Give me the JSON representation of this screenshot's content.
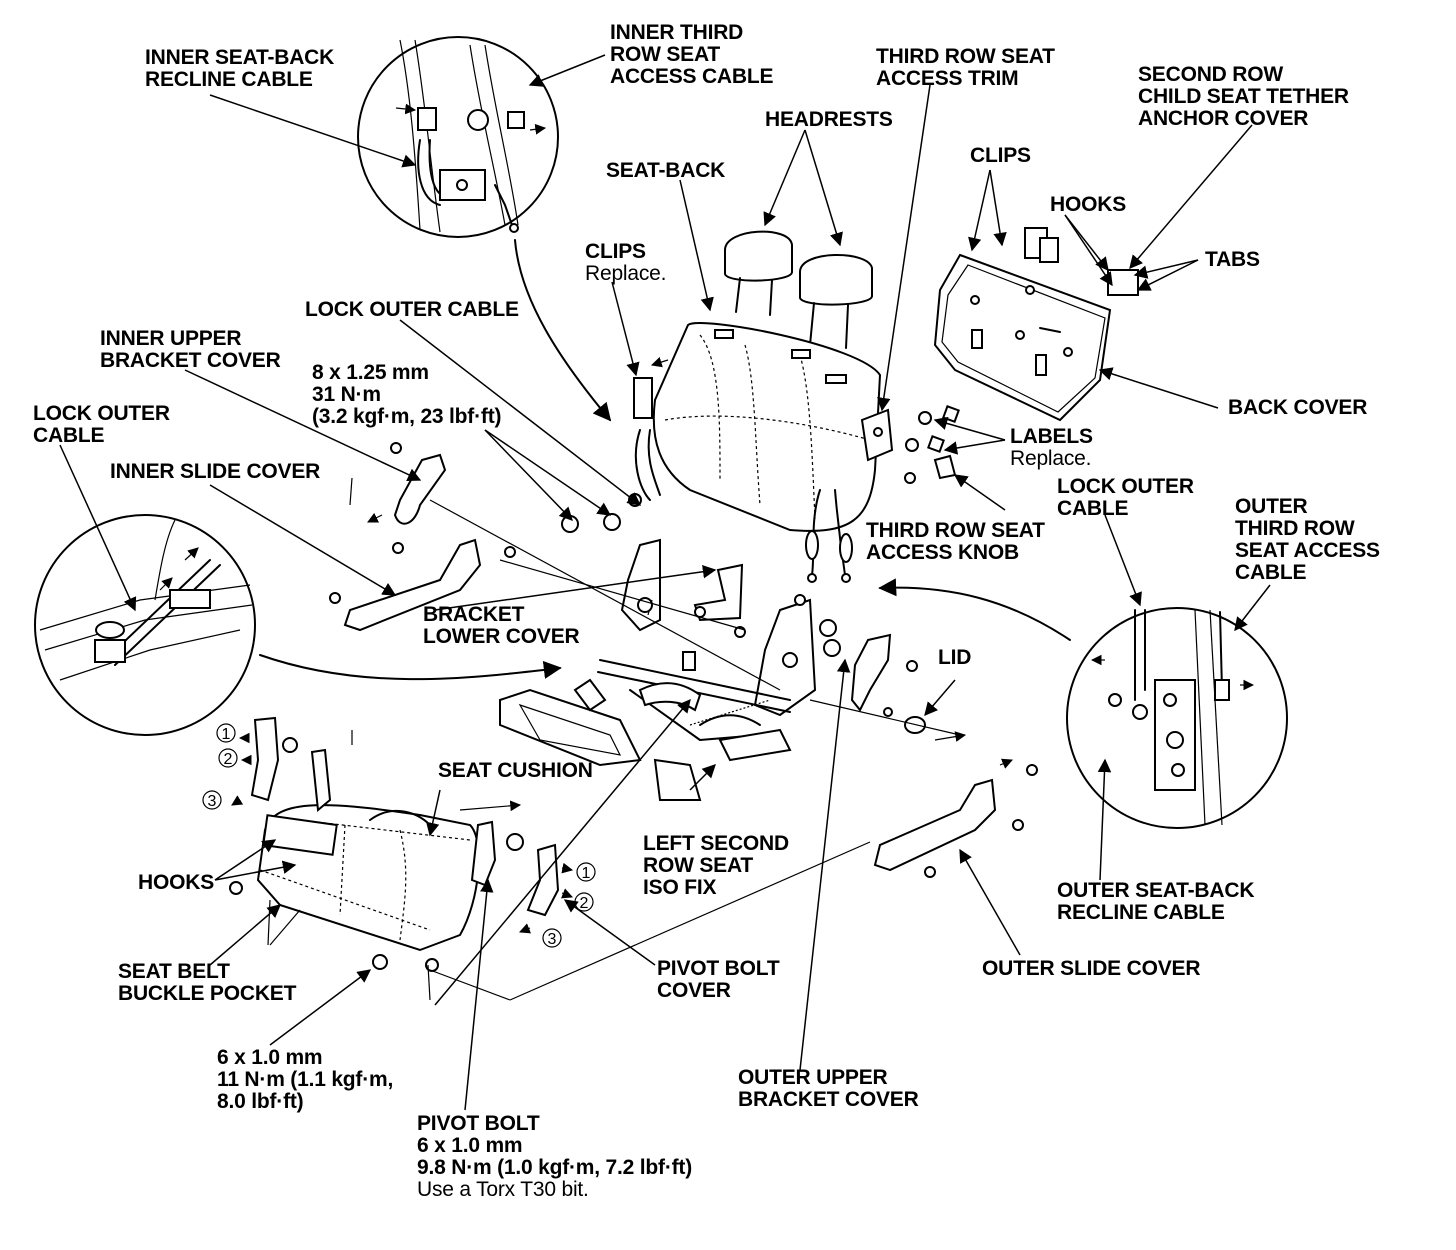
{
  "labels": {
    "inner_seatback_recline_cable": [
      "INNER SEAT-BACK",
      "RECLINE CABLE"
    ],
    "inner_third_row_access_cable": [
      "INNER THIRD",
      "ROW SEAT",
      "ACCESS CABLE"
    ],
    "third_row_access_trim": [
      "THIRD ROW SEAT",
      "ACCESS TRIM"
    ],
    "second_row_tether_cover": [
      "SECOND ROW",
      "CHILD SEAT TETHER",
      "ANCHOR COVER"
    ],
    "headrests": "HEADRESTS",
    "seat_back": "SEAT-BACK",
    "clips_top": "CLIPS",
    "hooks_top": "HOOKS",
    "tabs": "TABS",
    "clips_replace": "CLIPS",
    "clips_replace_note": "Replace.",
    "lock_outer_cable_center": "LOCK OUTER CABLE",
    "inner_upper_bracket_cover": [
      "INNER UPPER",
      "BRACKET COVER"
    ],
    "bolt_8mm": [
      "8 x 1.25 mm",
      "31 N·m",
      "(3.2 kgf·m, 23 lbf·ft)"
    ],
    "lock_outer_cable_left": [
      "LOCK OUTER",
      "CABLE"
    ],
    "inner_slide_cover": "INNER SLIDE COVER",
    "back_cover": "BACK COVER",
    "labels": "LABELS",
    "labels_note": "Replace.",
    "lock_outer_cable_right": [
      "LOCK OUTER",
      "CABLE"
    ],
    "outer_third_row_access_cable": [
      "OUTER",
      "THIRD ROW",
      "SEAT ACCESS",
      "CABLE"
    ],
    "third_row_access_knob": [
      "THIRD ROW SEAT",
      "ACCESS KNOB"
    ],
    "bracket_lower_cover": [
      "BRACKET",
      "LOWER COVER"
    ],
    "lid": "LID",
    "seat_cushion": "SEAT CUSHION",
    "hooks_bottom": "HOOKS",
    "left_second_row_isofix": [
      "LEFT SECOND",
      "ROW SEAT",
      "ISO FIX"
    ],
    "seat_belt_buckle_pocket": [
      "SEAT BELT",
      "BUCKLE POCKET"
    ],
    "pivot_bolt_cover": [
      "PIVOT BOLT",
      "COVER"
    ],
    "outer_slide_cover": "OUTER SLIDE COVER",
    "outer_seatback_recline_cable": [
      "OUTER SEAT-BACK",
      "RECLINE CABLE"
    ],
    "bolt_6mm": [
      "6 x 1.0 mm",
      "11 N·m (1.1 kgf·m,",
      "8.0 lbf·ft)"
    ],
    "outer_upper_bracket_cover": [
      "OUTER UPPER",
      "BRACKET COVER"
    ],
    "pivot_bolt": [
      "PIVOT BOLT",
      "6 x 1.0 mm",
      "9.8 N·m (1.0 kgf·m, 7.2 lbf·ft)"
    ],
    "pivot_bolt_note": "Use a Torx T30 bit."
  },
  "steps": [
    "①",
    "②",
    "③"
  ]
}
